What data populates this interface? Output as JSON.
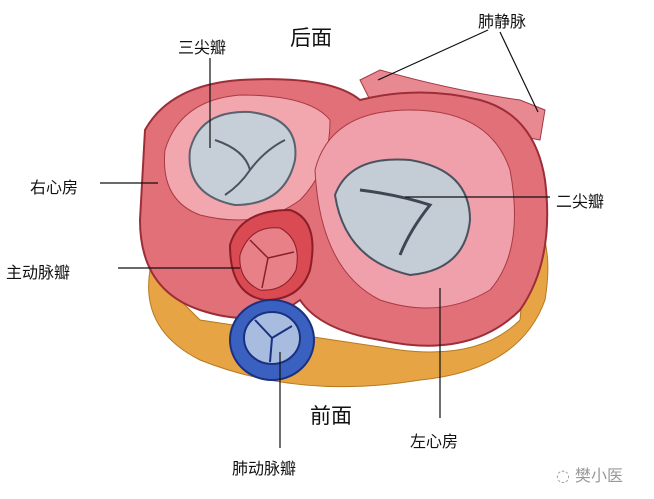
{
  "labels": {
    "tricuspid_valve": "三尖瓣",
    "posterior": "后面",
    "pulmonary_veins": "肺静脉",
    "right_atrium": "右心房",
    "mitral_valve": "二尖瓣",
    "aortic_valve": "主动脉瓣",
    "anterior": "前面",
    "left_atrium": "左心房",
    "pulmonary_valve": "肺动脉瓣"
  },
  "watermark": "樊小医",
  "colors": {
    "tissue": "#e0707a",
    "tissue_dark": "#b8404a",
    "fat": "#e8a840",
    "valve_white": "#c8d0d8",
    "pulmonary_blue": "#3a60c0"
  }
}
